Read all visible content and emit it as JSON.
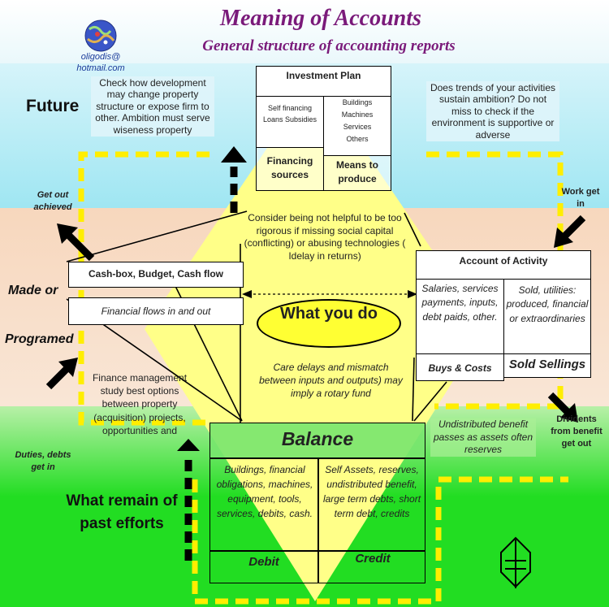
{
  "title": "Meaning of Accounts",
  "subtitle": "General structure of accounting reports",
  "author": {
    "email_line1": "oligodis@",
    "email_line2": "hotmail.com"
  },
  "side_labels": {
    "future": "Future",
    "made_or": "Made or",
    "programed": "Programed",
    "past_line1": "What remain of",
    "past_line2": "past efforts"
  },
  "arrow_labels": {
    "get_out_achieved_1": "Get out",
    "get_out_achieved_2": "achieved",
    "work_get_in_1": "Work get",
    "work_get_in_2": "in",
    "duties_1": "Duties, debts",
    "duties_2": "get in",
    "dividents_1": "Dividents",
    "dividents_2": "from benefit",
    "dividents_3": "get out"
  },
  "notes": {
    "top_left": "Check how development may change property structure or expose firm to other. Ambition must serve wiseness property",
    "top_right": "Does trends of your activities sustain ambition? Do not miss to check if the environment is supportive or adverse",
    "middle": "Consider being not helpful to be too rigorous if missing social capital (conflicting) or abusing technologies ( Idelay in returns)",
    "care": "Care delays and mismatch between inputs and outputs) may imply a rotary fund",
    "finance": "Finance management study best options between property (acquisition) projects, opportunities and",
    "undistributed": "Undistributed benefit passes as assets often reserves"
  },
  "investment_plan": {
    "title": "Investment Plan",
    "left_items": "Self financing Loans Subsidies",
    "right_items": [
      "Buildings",
      "Machines",
      "Services",
      "Others"
    ],
    "financing_sources": "Financing sources",
    "means_to_produce": "Means to produce"
  },
  "cashbox": {
    "title": "Cash-box, Budget, Cash flow",
    "flows": "Financial flows in and out"
  },
  "center": {
    "what_you_do": "What you do"
  },
  "activity": {
    "title": "Account  of Activity",
    "left": "Salaries, services payments, inputs, debt paids, other.",
    "right": "Sold, utilities: produced, financial or extraordinaries",
    "buys": "Buys &  Costs",
    "sold": "Sold Sellings"
  },
  "balance": {
    "title": "Balance",
    "debit_items": "Buildings, financial obligations, machines, equipment, tools, services, debits, cash.",
    "credit_items": "Self Assets, reserves, undistributed benefit, large term debts, short term debt, credits",
    "debit": "Debit",
    "credit": "Credit"
  },
  "colors": {
    "title": "#7a1a7a",
    "sky": "#bfeef7",
    "peach": "#f7d3b5",
    "green": "#22dd22",
    "diamond": "#ffff88",
    "dash_yellow": "#ffee00",
    "ellipse": "#ffff33"
  }
}
